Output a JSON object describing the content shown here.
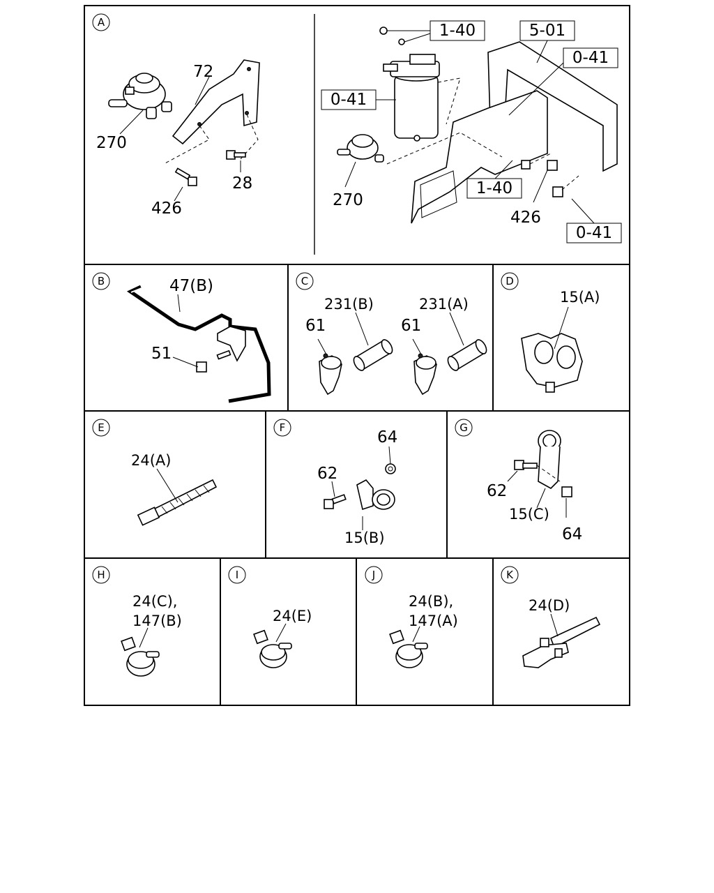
{
  "panels": {
    "A": {
      "letter": "A",
      "left": {
        "p72": "72",
        "p270": "270",
        "p28": "28",
        "p426": "426"
      },
      "right": {
        "ref_140_top": "1-40",
        "ref_501": "5-01",
        "ref_041_right": "0-41",
        "ref_041_left": "0-41",
        "ref_140_mid": "1-40",
        "ref_041_bottom": "0-41",
        "p270": "270",
        "p426": "426"
      }
    },
    "B": {
      "letter": "B",
      "p47b": "47(B)",
      "p51": "51"
    },
    "C": {
      "letter": "C",
      "p231b": "231(B)",
      "p231a": "231(A)",
      "p61_left": "61",
      "p61_right": "61"
    },
    "D": {
      "letter": "D",
      "p15a": "15(A)"
    },
    "E": {
      "letter": "E",
      "p24a": "24(A)"
    },
    "F": {
      "letter": "F",
      "p64": "64",
      "p62": "62",
      "p15b": "15(B)"
    },
    "G": {
      "letter": "G",
      "p62": "62",
      "p15c": "15(C)",
      "p64": "64"
    },
    "H": {
      "letter": "H",
      "p24c": "24(C),",
      "p147b": "147(B)"
    },
    "I": {
      "letter": "I",
      "p24e": "24(E)"
    },
    "J": {
      "letter": "J",
      "p24b": "24(B),",
      "p147a": "147(A)"
    },
    "K": {
      "letter": "K",
      "p24d": "24(D)"
    }
  }
}
